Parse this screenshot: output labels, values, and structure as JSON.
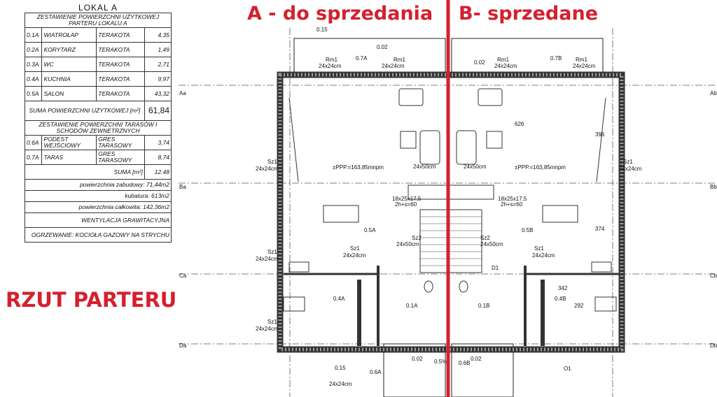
{
  "table": {
    "title": "LOKAL A",
    "header1": "ZESTAWIENIE POWIERZCHNI UŻYTKOWEJ PARTERU LOKALU A",
    "rooms": [
      {
        "no": "0.1A",
        "name": "WIATROŁAP",
        "floor": "TERAKOTA",
        "area": "4,35"
      },
      {
        "no": "0.2A",
        "name": "KORYTARZ",
        "floor": "TERAKOTA",
        "area": "1,49"
      },
      {
        "no": "0.3A",
        "name": "WC",
        "floor": "TERAKOTA",
        "area": "2,71"
      },
      {
        "no": "0.4A",
        "name": "KUCHNIA",
        "floor": "TERAKOTA",
        "area": "9,97"
      },
      {
        "no": "0.5A",
        "name": "SALON",
        "floor": "TERAKOTA",
        "area": "43,32"
      }
    ],
    "sum_label": "SUMA POWIERZCHNI UŻYTKOWEJ [m²]",
    "sum_value": "61,84",
    "header2": "ZESTAWIENIE POWIERZCHNI TARASÓW I SCHODÓW ZEWNETRZNYCH",
    "terraces": [
      {
        "no": "0.6A",
        "name": "PODEST WEJŚCIOWY",
        "floor": "GRES TARASOWY",
        "area": "3,74"
      },
      {
        "no": "0.7A",
        "name": "TARAS",
        "floor": "GRES TARASOWY",
        "area": "8,74"
      }
    ],
    "sum2_label": "SUMA [m²]",
    "sum2_value": "12.48",
    "notes": [
      "powierzchnia zabudowy: 71,44m2",
      "kubatura: 613m2",
      "powierzchnia całkowita: 142,36m2",
      "WENTYLACJA GRAWITACYJNA",
      "OGRZEWANIE: KOCIOŁA GAZOWY NA STRYCHU"
    ]
  },
  "titles": {
    "a": "A - do sprzedania",
    "b": "B- sprzedane",
    "plan": "RZUT PARTERU"
  },
  "axes": {
    "left": [
      "Aa",
      "Ba",
      "Ca",
      "Da"
    ],
    "right": [
      "Ab",
      "Bb",
      "Cb",
      "Db"
    ]
  },
  "labels": {
    "rm1": "Rm1",
    "tile24": "24x24cm",
    "tile50": "24x50cm",
    "sz1": "Sz1",
    "sz2": "Sz2",
    "ppp": "±PPP.=163,85mnpm",
    "stairs1": "18x25x17,5",
    "stairs2": "2h+s=60",
    "d626": "626",
    "d396": "396",
    "d374": "374",
    "d342": "342",
    "d292": "292",
    "r5a": "0.5A",
    "r5b": "0.5B",
    "r4a": "0.4A",
    "r4b": "0.4B",
    "r1a": "0.1A",
    "r1b": "0.1B",
    "r7a": "0.7A",
    "r7b": "0.7B",
    "r6a": "0.6A",
    "r6b": "0.6B",
    "h015": "0.15",
    "h002": "0.02",
    "slope": "0.5%",
    "o1": "O1",
    "d1": "D1"
  },
  "colors": {
    "accent": "#d4202f"
  }
}
